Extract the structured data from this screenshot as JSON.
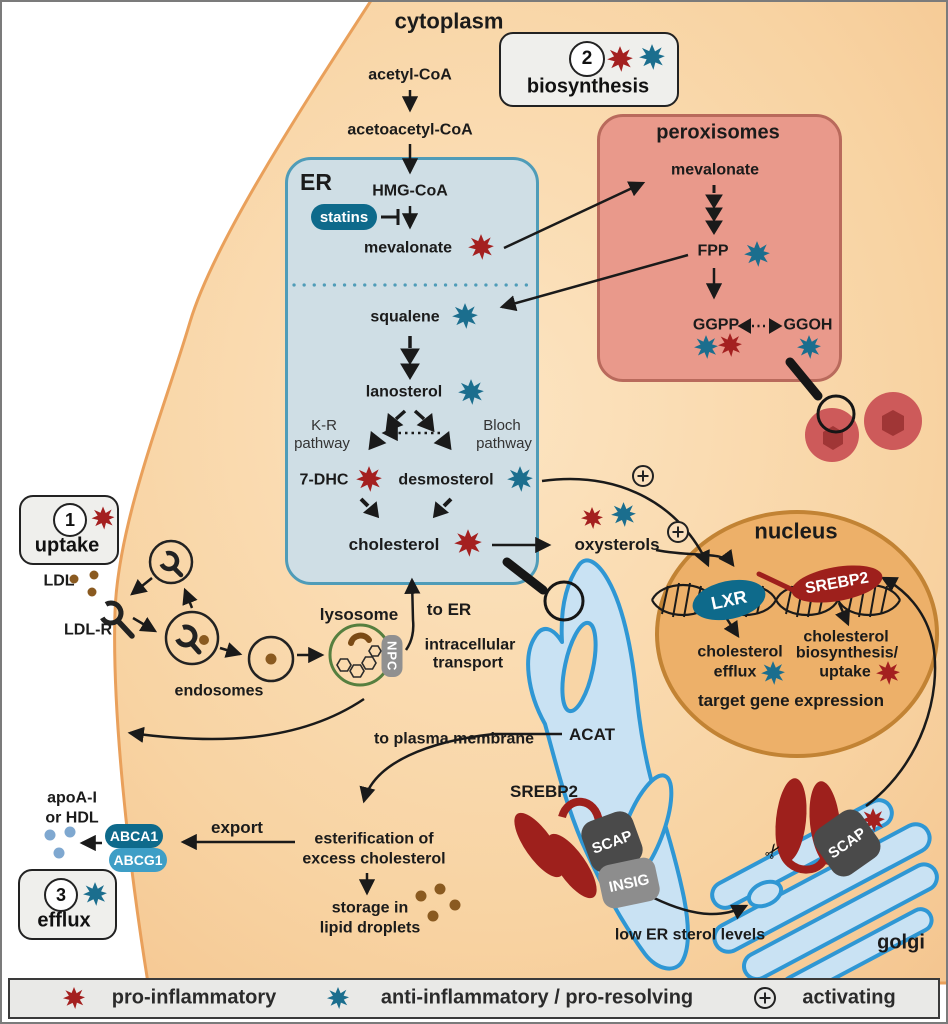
{
  "title": {
    "cytoplasm": "cytoplasm"
  },
  "badges": {
    "biosynthesis": {
      "number": "2",
      "label": "biosynthesis"
    },
    "uptake": {
      "number": "1",
      "label": "uptake"
    },
    "efflux": {
      "number": "3",
      "label": "efflux"
    }
  },
  "er": {
    "label": "ER",
    "acetyl_coa": "acetyl-CoA",
    "acetoacetyl_coa": "acetoacetyl-CoA",
    "hmg_coa": "HMG-CoA",
    "statins": "statins",
    "mevalonate": "mevalonate",
    "squalene": "squalene",
    "lanosterol": "lanosterol",
    "kr_line1": "K-R",
    "kr_line2": "pathway",
    "bloch_line1": "Bloch",
    "bloch_line2": "pathway",
    "dhc": "7-DHC",
    "desmosterol": "desmosterol",
    "cholesterol": "cholesterol"
  },
  "peroxisomes": {
    "label": "peroxisomes",
    "mevalonate": "mevalonate",
    "fpp": "FPP",
    "ggpp": "GGPP",
    "ggoh": "GGOH"
  },
  "nucleus": {
    "label": "nucleus",
    "lxr": "LXR",
    "srebp2": "SREBP2",
    "efflux_line1": "cholesterol",
    "efflux_line2": "efflux",
    "bio_line1": "cholesterol",
    "bio_line2": "biosynthesis/",
    "bio_line3": "uptake",
    "target": "target gene expression"
  },
  "uptake_pathway": {
    "ldl": "LDL",
    "ldl_r": "LDL-R",
    "endosomes": "endosomes",
    "lysosome": "lysosome",
    "npc": "NPC",
    "to_er": "to ER",
    "intracellular_line1": "intracellular",
    "intracellular_line2": "transport",
    "to_plasma_membrane": "to plasma membrane"
  },
  "efflux_pathway": {
    "apo_line1": "apoA-I",
    "apo_line2": "or HDL",
    "abca1": "ABCA1",
    "abcg1": "ABCG1",
    "export": "export",
    "esterification_line1": "esterification of",
    "esterification_line2": "excess cholesterol",
    "storage_line1": "storage in",
    "storage_line2": "lipid droplets"
  },
  "srebp_machinery": {
    "acat": "ACAT",
    "srebp2": "SREBP2",
    "scap_er": "SCAP",
    "insig": "INSIG",
    "scap_golgi": "SCAP",
    "low_sterol": "low ER sterol levels",
    "golgi": "golgi",
    "oxysterols": "oxysterols"
  },
  "legend": {
    "pro_inflammatory": "pro-inflammatory",
    "anti_inflammatory": "anti-inflammatory / pro-resolving",
    "activating": "activating"
  },
  "icons": {
    "scissors": "✂"
  },
  "colors": {
    "pro_star": "#a42020",
    "anti_star": "#1b6e8e",
    "cell_fill": "#f8d5a6",
    "cell_border": "#e9a05b",
    "er_fill": "#cfdee5",
    "er_border": "#4f9cb8",
    "peroxisome_fill": "#e9998b",
    "peroxisome_border": "#b96a5c",
    "nucleus_fill": "#edb069",
    "membrane_blue": "#2f97d4",
    "srebp_red": "#9e201c",
    "teal_pill": "#0e6a8b"
  }
}
